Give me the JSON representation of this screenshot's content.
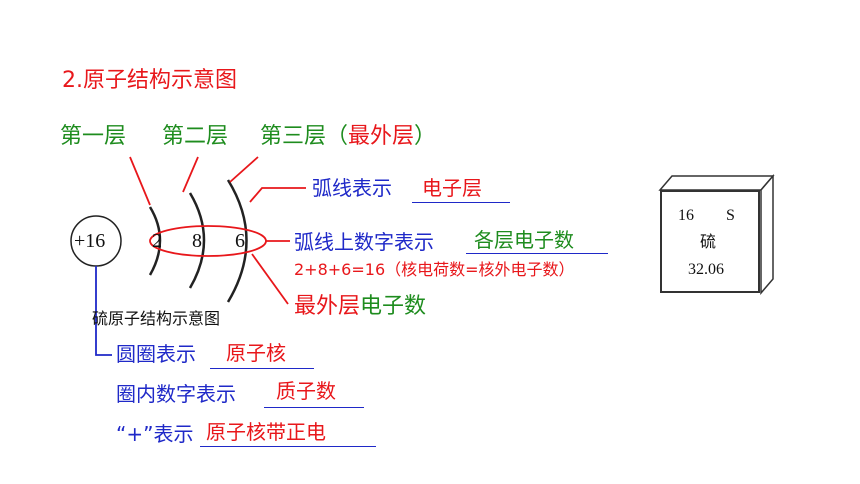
{
  "title": "2.原子结构示意图",
  "layers": {
    "first": "第一层",
    "second": "第二层",
    "third": "第三层（",
    "outermost": "最外层",
    "close_paren": "）"
  },
  "atom": {
    "nucleus": "+16",
    "shells": [
      "2",
      "8",
      "6"
    ],
    "caption": "硫原子结构示意图"
  },
  "annotations": {
    "arc_meaning_prefix": "弧线表示",
    "arc_meaning_answer": "电子层",
    "arc_number_prefix": "弧线上数字表示",
    "arc_number_answer": "各层电子数",
    "sum_formula": "2+8+6=16（核电荷数=核外电子数）",
    "outer_electrons_red": "最外层",
    "outer_electrons_green": "电子数",
    "circle_prefix": "圆圈表示",
    "circle_answer": "原子核",
    "inner_number_prefix": "圈内数字表示",
    "inner_number_answer": "质子数",
    "plus_prefix": "“+”表示",
    "plus_answer": "原子核带正电"
  },
  "element_card": {
    "number": "16",
    "symbol": "S",
    "name": "硫",
    "mass": "32.06"
  }
}
